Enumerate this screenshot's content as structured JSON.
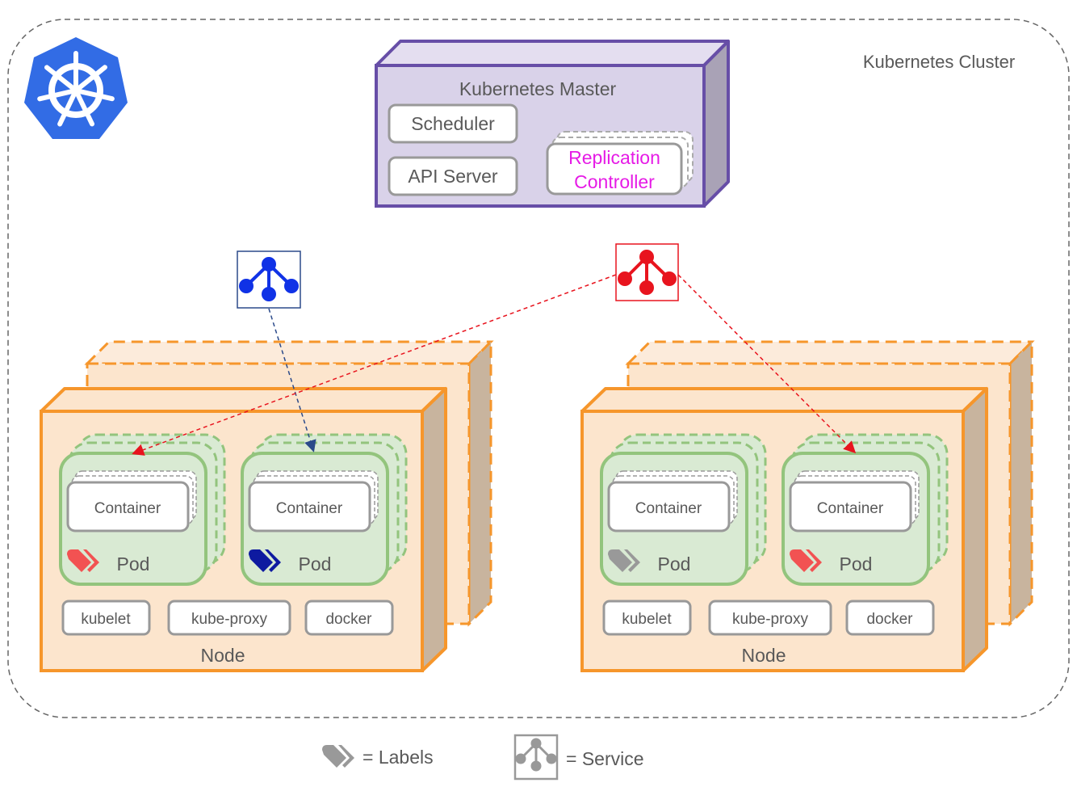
{
  "cluster": {
    "title": "Kubernetes Cluster"
  },
  "logo": {
    "icon": "kubernetes-helm-icon",
    "color": "#326CE5"
  },
  "master": {
    "title": "Kubernetes Master",
    "components": [
      {
        "label": "Scheduler"
      },
      {
        "label": "API Server"
      }
    ],
    "replication_controller": {
      "line1": "Replication",
      "line2": "Controller",
      "color": "#E61BE6"
    }
  },
  "services": [
    {
      "name": "blue-service",
      "icon": "service-icon",
      "color": "#1032E6",
      "border": "#2B4A8A"
    },
    {
      "name": "red-service",
      "icon": "service-icon",
      "color": "#E8141E",
      "border": "#E8141E"
    }
  ],
  "nodes": [
    {
      "label": "Node",
      "pods": [
        {
          "container": "Container",
          "label": "Pod",
          "tag_color": "#F25252"
        },
        {
          "container": "Container",
          "label": "Pod",
          "tag_color": "#0E1AA0"
        }
      ],
      "daemons": [
        "kubelet",
        "kube-proxy",
        "docker"
      ]
    },
    {
      "label": "Node",
      "pods": [
        {
          "container": "Container",
          "label": "Pod",
          "tag_color": "#999999"
        },
        {
          "container": "Container",
          "label": "Pod",
          "tag_color": "#F25252"
        }
      ],
      "daemons": [
        "kubelet",
        "kube-proxy",
        "docker"
      ]
    }
  ],
  "legend": {
    "labels_text": "= Labels",
    "service_text": "= Service",
    "labels_icon": "tag-icon",
    "service_icon": "service-icon"
  },
  "colors": {
    "master_fill": "#D9D2E9",
    "master_border": "#674EA7",
    "node_fill": "#FCE5CD",
    "node_border": "#F6962B",
    "pod_fill": "#D9EAD3",
    "pod_border": "#93C47D",
    "side_shade": "#C8B49E"
  }
}
